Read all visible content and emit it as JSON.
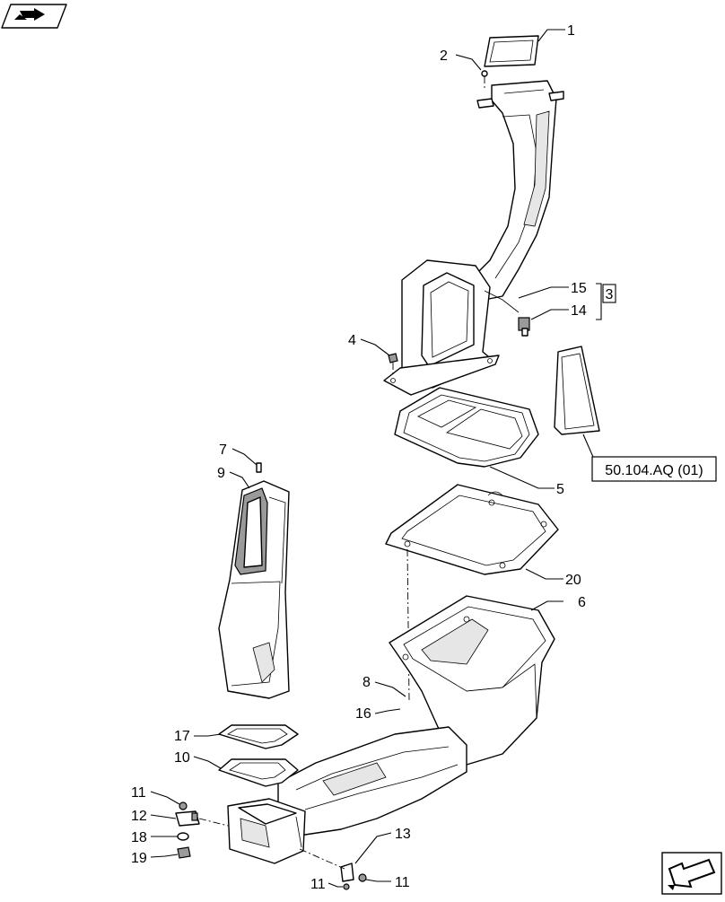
{
  "icons": {
    "top_left": "book-arrow-icon",
    "bottom_right": "outline-arrow-icon"
  },
  "callouts": [
    {
      "id": "c1",
      "label": "1"
    },
    {
      "id": "c2",
      "label": "2"
    },
    {
      "id": "c15",
      "label": "15"
    },
    {
      "id": "c14",
      "label": "14"
    },
    {
      "id": "c4",
      "label": "4"
    },
    {
      "id": "c7",
      "label": "7"
    },
    {
      "id": "c9",
      "label": "9"
    },
    {
      "id": "c5",
      "label": "5"
    },
    {
      "id": "c20",
      "label": "20"
    },
    {
      "id": "c6",
      "label": "6"
    },
    {
      "id": "c8",
      "label": "8"
    },
    {
      "id": "c16",
      "label": "16"
    },
    {
      "id": "c17",
      "label": "17"
    },
    {
      "id": "c10",
      "label": "10"
    },
    {
      "id": "c11a",
      "label": "11"
    },
    {
      "id": "c12",
      "label": "12"
    },
    {
      "id": "c18",
      "label": "18"
    },
    {
      "id": "c19",
      "label": "19"
    },
    {
      "id": "c13",
      "label": "13"
    },
    {
      "id": "c11b",
      "label": "11"
    },
    {
      "id": "c11c",
      "label": "11"
    }
  ],
  "group_bracket": {
    "label": "3"
  },
  "reference": {
    "label": "50.104.AQ (01)"
  }
}
